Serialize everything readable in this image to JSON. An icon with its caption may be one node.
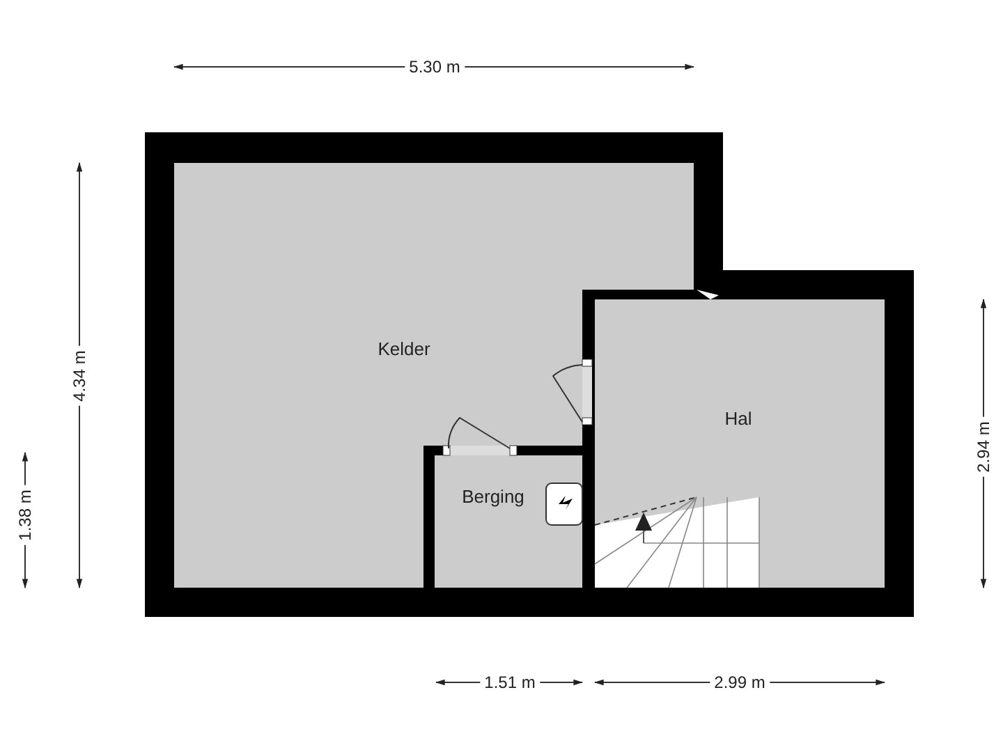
{
  "diagram": {
    "nodes": [
      {
        "text": [
          "Kelder"
        ]
      },
      {
        "text": [
          "Hal"
        ]
      },
      {
        "text": [
          "Berging"
        ]
      }
    ],
    "labels": [
      "5.30 m",
      "4.34 m",
      "2.94 m",
      "1.38 m",
      "1.51 m",
      "2.99 m"
    ]
  }
}
